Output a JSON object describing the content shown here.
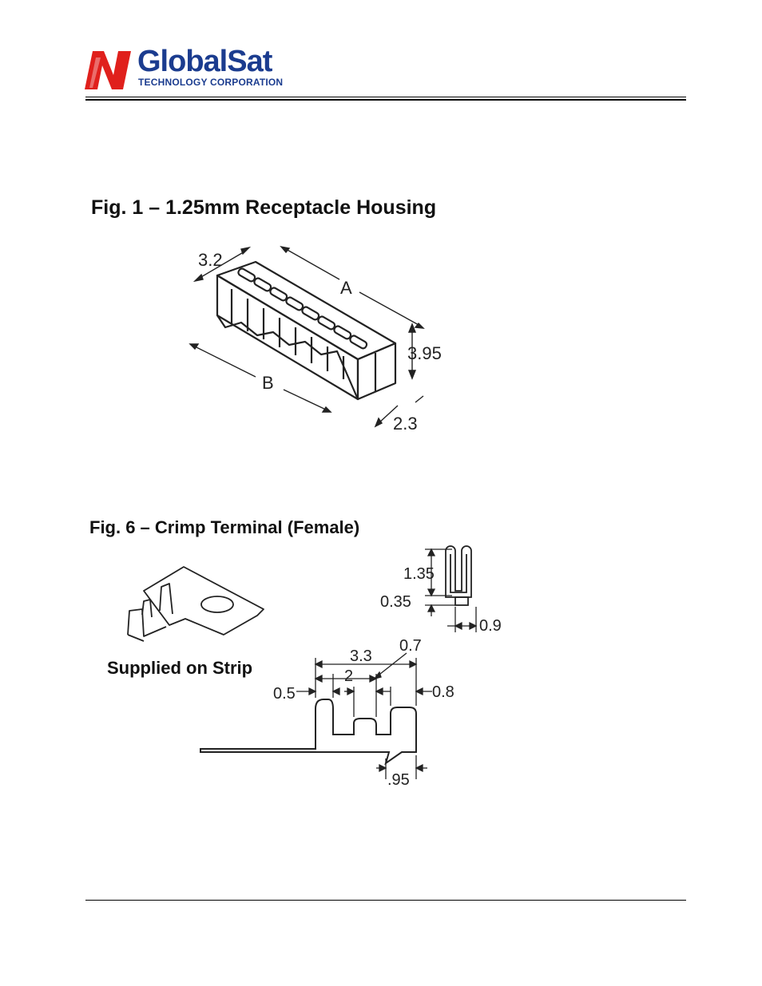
{
  "header": {
    "logo_word": "GlobalSat",
    "logo_subtitle": "TECHNOLOGY CORPORATION",
    "brand_colors": {
      "mark_red": "#e0201c",
      "text_blue": "#1b3c8f"
    }
  },
  "figure1": {
    "title": "Fig. 1 – 1.25mm Receptacle Housing",
    "dimensions": {
      "width": "3.2",
      "length_a": "A",
      "length_b": "B",
      "height": "3.95",
      "depth": "2.3"
    }
  },
  "figure6": {
    "title": "Fig. 6 – Crimp Terminal (Female)",
    "strip_label": "Supplied on Strip",
    "end_view_dims": {
      "height": "1.35",
      "gap": "0.35",
      "width": "0.9"
    },
    "side_view_dims": {
      "overall": "3.3",
      "inner": "2",
      "slot": "0.7",
      "left_tab": "0.5",
      "right_tab": "0.8",
      "tip": ".95"
    }
  }
}
